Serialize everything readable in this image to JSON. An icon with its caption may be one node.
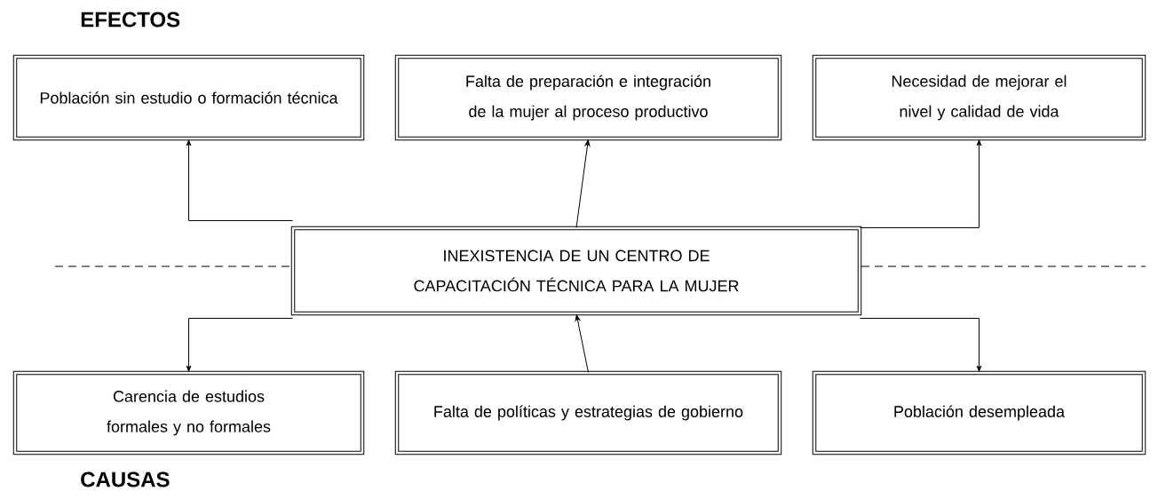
{
  "diagram": {
    "nodes": [
      {
        "text": [
          "Población sin estudio o formación técnica"
        ]
      },
      {
        "text": [
          "Falta de preparación e integración de la mujer al proceso productivo"
        ]
      },
      {
        "text": [
          "Necesidad de mejorar el nivel y calidad de vida"
        ]
      },
      {
        "text": [
          "INEXISTENCIA DE UN CENTRO DE CAPACITACIÓN TÉCNICA PARA LA MUJER"
        ]
      },
      {
        "text": [
          "Carencia de estudios formales y no formales"
        ]
      },
      {
        "text": [
          "Falta de políticas y estrategias de gobierno"
        ]
      },
      {
        "text": [
          "Población desempleada"
        ]
      }
    ],
    "edges": [
      {
        "from": 3,
        "to": 0,
        "arrow": "to"
      },
      {
        "from": 3,
        "to": 1,
        "arrow": "to"
      },
      {
        "from": 3,
        "to": 2,
        "arrow": "to"
      },
      {
        "from": 3,
        "to": 4,
        "arrow": "to"
      },
      {
        "from": 5,
        "to": 3,
        "arrow": "to"
      },
      {
        "from": 3,
        "to": 6,
        "arrow": "to"
      }
    ],
    "labels": [
      "EFECTOS",
      "CAUSAS"
    ]
  }
}
